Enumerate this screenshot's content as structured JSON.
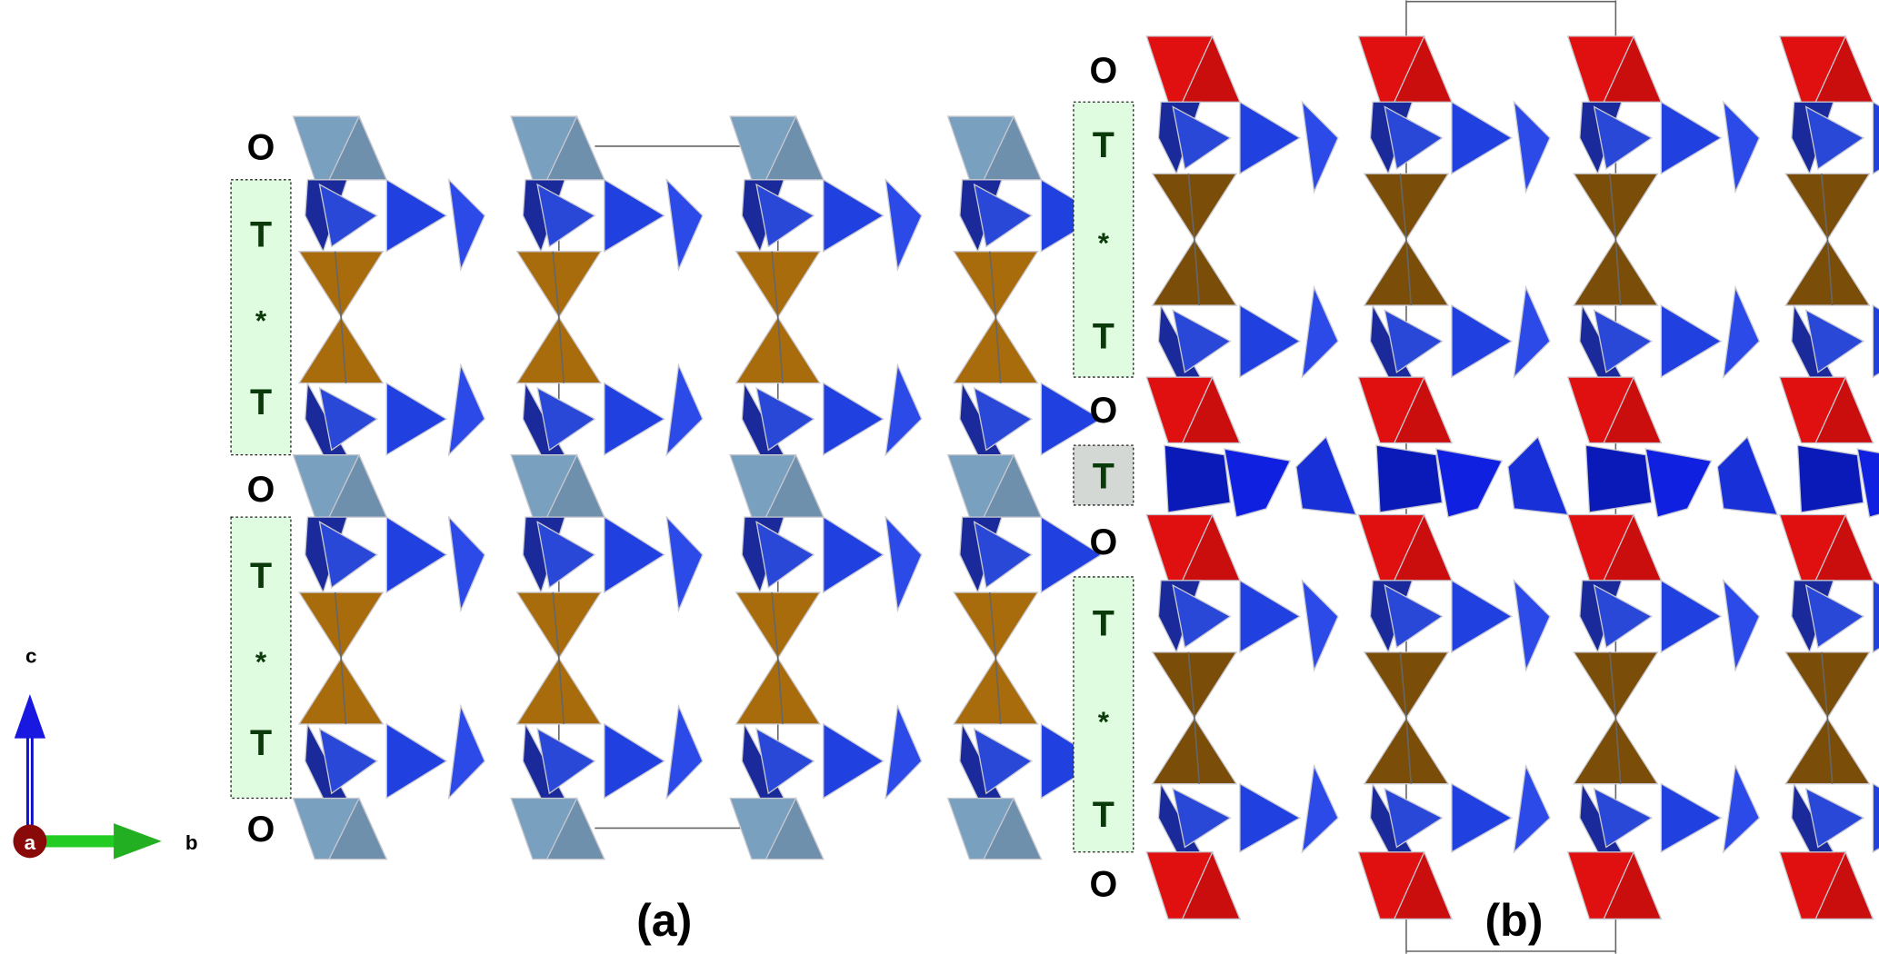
{
  "panels": [
    {
      "caption": "(a)",
      "layers": [
        "O",
        "T",
        "*",
        "T",
        "O",
        "T",
        "*",
        "T",
        "O"
      ],
      "octahedra_color": "#7aa0c0"
    },
    {
      "caption": "(b)",
      "layers": [
        "O",
        "T",
        "*",
        "T",
        "O",
        "T",
        "O",
        "T",
        "*",
        "T",
        "O"
      ],
      "octahedra_color": "#e01010"
    }
  ],
  "axes": {
    "c": "c",
    "b": "b",
    "a": "a"
  },
  "colors": {
    "tetra_blue": "#2a48d8",
    "tetra_dark": "#1a2a9a",
    "brown_a": "#a86c0c",
    "brown_b": "#7a4e08",
    "t_label": "#0a3a0a",
    "box_fill": "#e0fce0",
    "gray_box": "#d4d8d4"
  }
}
